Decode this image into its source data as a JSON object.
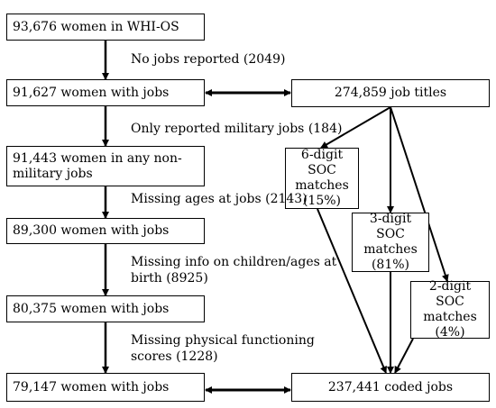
{
  "nodes": {
    "n1": "93,676 women in WHI-OS",
    "n2": "91,627 women with jobs",
    "n3": "91,443 women in any non-military jobs",
    "n4": "89,300 women with jobs",
    "n5": "80,375 women with jobs",
    "n6": "79,147 women with jobs",
    "job_titles": "274,859 job titles",
    "soc6": "6-digit SOC matches (15%)",
    "soc3": "3-digit SOC matches (81%)",
    "soc2": "2-digit SOC matches (4%)",
    "coded": "237,441 coded jobs"
  },
  "exclusions": {
    "e1": "No jobs reported (2049)",
    "e2": "Only reported military jobs (184)",
    "e3": "Missing ages at jobs (2143)",
    "e4_line1": "Missing info on children/ages at",
    "e4_line2": "birth (8925)",
    "e5_line1": "Missing physical functioning",
    "e5_line2": "scores (1228)"
  },
  "colors": {
    "line": "#000000",
    "box_fill": "#ffffff"
  }
}
